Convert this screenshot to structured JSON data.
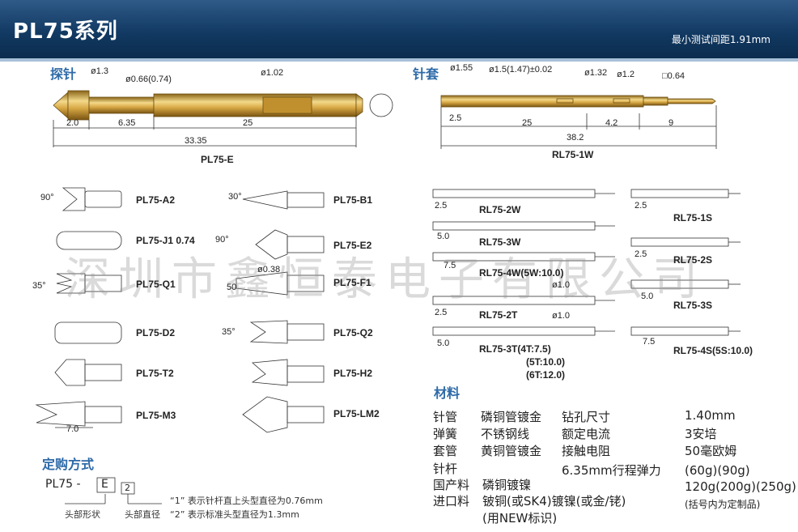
{
  "header": {
    "title": "PL75系列",
    "subtitle": "最小测试间距1.91mm"
  },
  "watermark": "深圳市鑫恒泰电子有限公司",
  "probe": {
    "section_title": "探针",
    "dims": {
      "d1": "ø1.3",
      "d2": "ø0.66(0.74)",
      "d3": "ø1.02",
      "l1": "2.0",
      "l2": "6.35",
      "l3": "25",
      "total": "33.35"
    },
    "model": "PL75-E",
    "tips_left": [
      {
        "label": "PL75-A2",
        "angle": "90°"
      },
      {
        "label": "PL75-J1 0.74",
        "angle": ""
      },
      {
        "label": "PL75-Q1",
        "angle": "35°"
      },
      {
        "label": "PL75-D2",
        "angle": ""
      },
      {
        "label": "PL75-T2",
        "angle": ""
      },
      {
        "label": "PL75-M3",
        "angle": "7.0"
      }
    ],
    "tips_right": [
      {
        "label": "PL75-B1",
        "angle": "30°"
      },
      {
        "label": "PL75-E2",
        "angle": "90°"
      },
      {
        "label": "PL75-F1",
        "angle": "50",
        "extra": "ø0.38"
      },
      {
        "label": "PL75-Q2",
        "angle": "35°"
      },
      {
        "label": "PL75-H2",
        "angle": ""
      },
      {
        "label": "PL75-LM2",
        "angle": ""
      }
    ]
  },
  "socket": {
    "section_title": "针套",
    "dims": {
      "d1": "ø1.55",
      "d2": "ø1.5(1.47)±0.02",
      "d3": "ø1.32",
      "d4": "ø1.2",
      "d5": "□0.64",
      "l1": "2.5",
      "l2": "25",
      "l3": "4.2",
      "l4": "9",
      "total": "38.2"
    },
    "model": "RL75-1W",
    "left_models": [
      {
        "label": "RL75-2W",
        "dim": "2.5"
      },
      {
        "label": "RL75-3W",
        "dim": "5.0"
      },
      {
        "label": "RL75-4W(5W:10.0)",
        "dim": "7.5"
      },
      {
        "label": "RL75-2T",
        "dim": "2.5",
        "dia": "ø1.0"
      },
      {
        "label": "RL75-3T(4T:7.5)",
        "dim": "5.0",
        "dia": "ø1.0"
      }
    ],
    "extra_lines": [
      "(5T:10.0)",
      "(6T:12.0)"
    ],
    "right_models": [
      {
        "label": "RL75-1S",
        "dim": "2.5"
      },
      {
        "label": "RL75-2S",
        "dim": "2.5"
      },
      {
        "label": "RL75-3S",
        "dim": "5.0"
      },
      {
        "label": "RL75-4S(5S:10.0)",
        "dim": "7.5"
      }
    ]
  },
  "materials": {
    "section_title": "材料",
    "rows": [
      {
        "part": "针管",
        "material": "磷铜管镀金",
        "spec": "钻孔尺寸",
        "value": "1.40mm"
      },
      {
        "part": "弹簧",
        "material": "不锈钢线",
        "spec": "额定电流",
        "value": "3安培"
      },
      {
        "part": "套管",
        "material": "黄铜管镀金",
        "spec": "接触电阻",
        "value": "50毫欧姆"
      },
      {
        "part": "针杆",
        "material": "",
        "spec": "6.35mm行程弹力",
        "value": "(60g)(90g)"
      }
    ],
    "domestic": {
      "label": "国产料",
      "material": "磷铜镀镍",
      "value": "120g(200g)(250g)"
    },
    "imported": {
      "label": "进口料",
      "material": "铍铜(或SK4)镀镍(或金/铑)",
      "value": "(括号内为定制品)"
    },
    "note": "(用NEW标识)"
  },
  "ordering": {
    "section_title": "定购方式",
    "code": "PL75 -",
    "box1": "E",
    "box2": "2",
    "label1": "头部形状",
    "label2": "头部直径",
    "note1": "“1” 表示针杆直上头型直径为0.76mm",
    "note2": "“2” 表示标准头型直径为1.3mm"
  },
  "colors": {
    "header": "#123a63",
    "accent": "#2e6aa8",
    "gold": "#d4a64a"
  }
}
